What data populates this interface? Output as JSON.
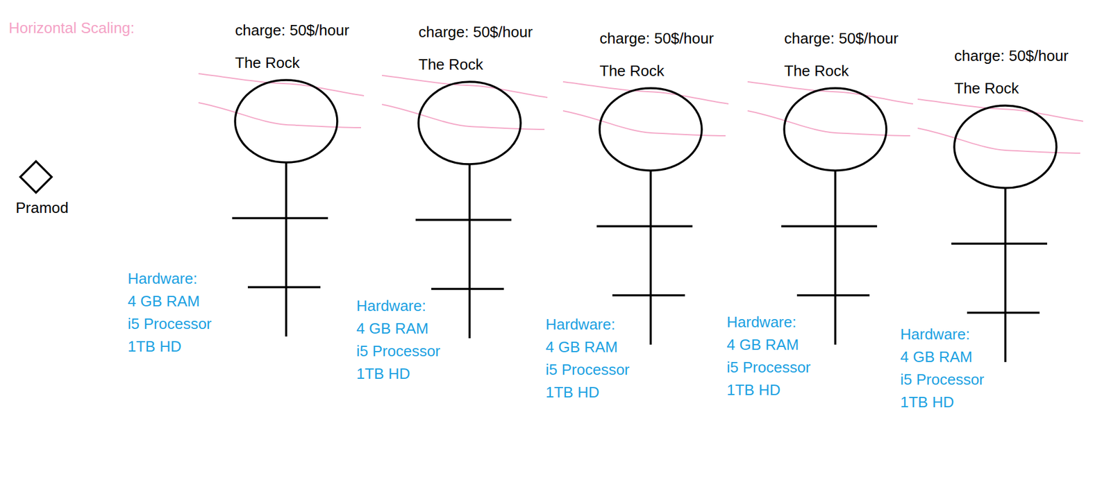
{
  "diagram": {
    "title": "Horizontal Scaling:",
    "nodes": [
      {
        "text": [
          "Pramod"
        ]
      },
      {
        "text": [
          "charge: 50$/hour",
          "The Rock"
        ]
      },
      {
        "text": [
          "charge: 50$/hour",
          "The Rock"
        ]
      },
      {
        "text": [
          "charge: 50$/hour",
          "The Rock"
        ]
      },
      {
        "text": [
          "charge: 50$/hour",
          "The Rock"
        ]
      },
      {
        "text": [
          "charge: 50$/hour",
          "The Rock"
        ]
      }
    ],
    "labels": [
      "Hardware:",
      "4 GB RAM i5 Processor 1TB HD",
      "Hardware:",
      "4 GB RAM i5 Processor 1TB HD",
      "Hardware:",
      "4 GB RAM i5 Processor 1TB HD",
      "Hardware:",
      "4 GB RAM i5 Processor 1TB HD",
      "Hardware:",
      "4 GB RAM i5 Processor 1TB HD"
    ]
  }
}
